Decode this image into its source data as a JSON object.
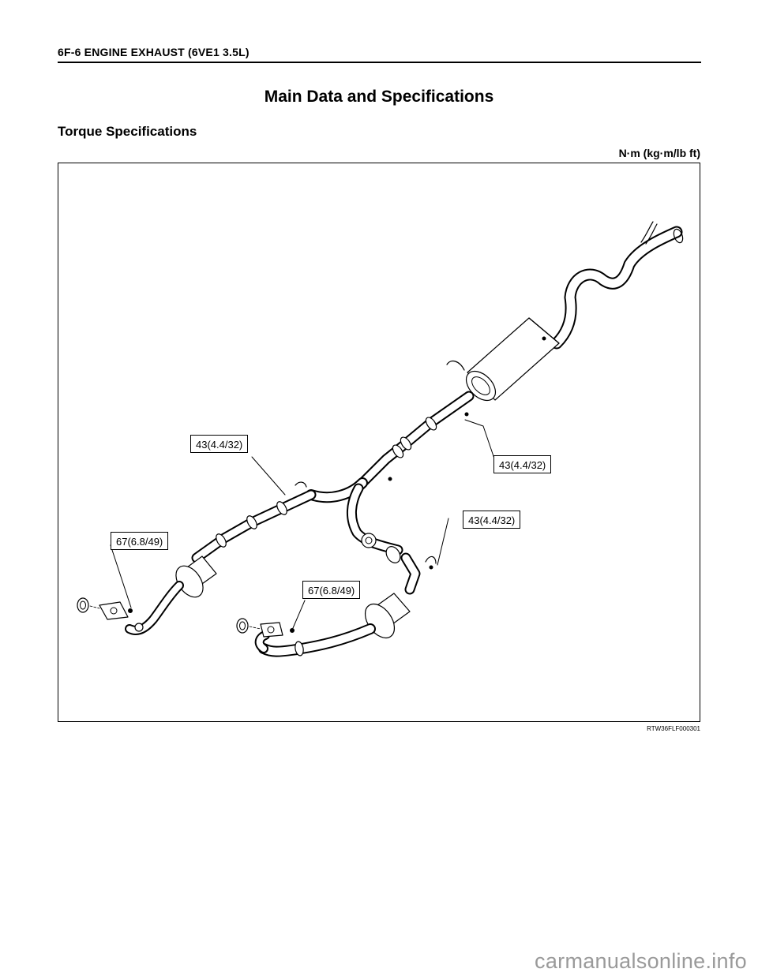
{
  "header": {
    "title": "6F-6  ENGINE EXHAUST (6VE1 3.5L)"
  },
  "page_title": "Main Data and Specifications",
  "section": {
    "heading": "Torque Specifications",
    "units": "N·m (kg·m/lb ft)"
  },
  "figure": {
    "callouts": [
      {
        "id": "upper-left",
        "text": "43(4.4/32)"
      },
      {
        "id": "right",
        "text": "43(4.4/32)"
      },
      {
        "id": "mid-right",
        "text": "43(4.4/32)"
      },
      {
        "id": "left-flange",
        "text": "67(6.8/49)"
      },
      {
        "id": "center-flange",
        "text": "67(6.8/49)"
      }
    ],
    "code": "RTW36FLF000301"
  },
  "watermark": "carmanualsonline.info"
}
